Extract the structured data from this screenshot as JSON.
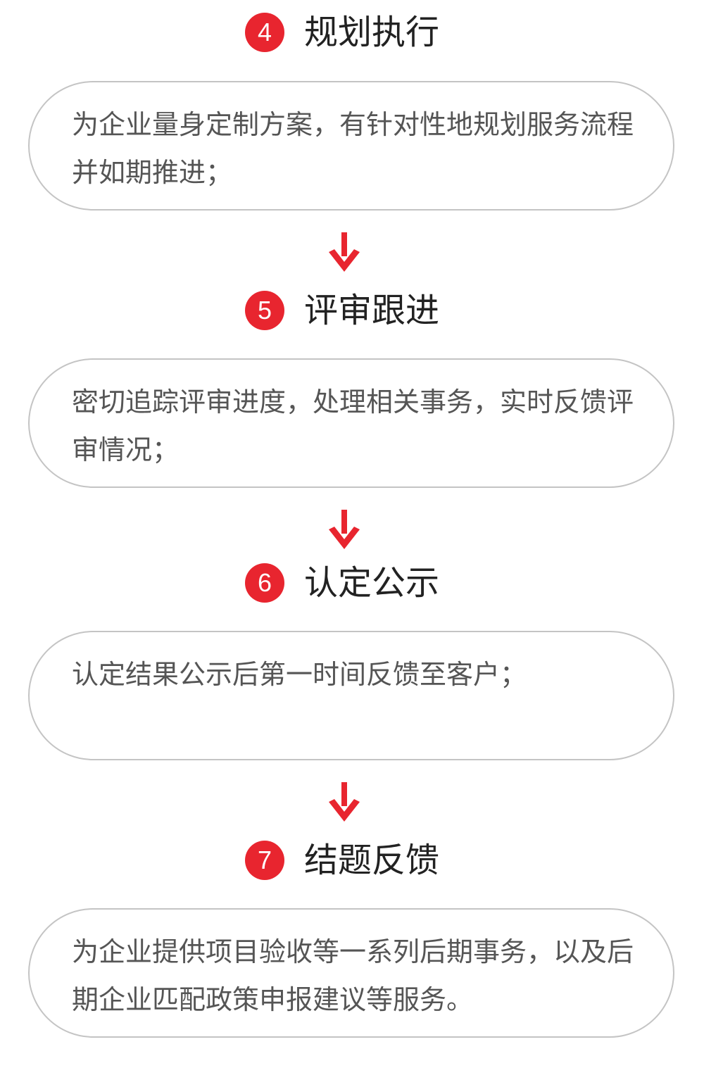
{
  "colors": {
    "accent": "#e8252f",
    "border": "#c4c4c4",
    "title": "#222222",
    "text": "#555555"
  },
  "steps": [
    {
      "number": "4",
      "title": "规划执行",
      "description": "为企业量身定制方案，有针对性地规划服务流程并如期推进；"
    },
    {
      "number": "5",
      "title": "评审跟进",
      "description": "密切追踪评审进度，处理相关事务，实时反馈评审情况；"
    },
    {
      "number": "6",
      "title": "认定公示",
      "description": "认定结果公示后第一时间反馈至客户；"
    },
    {
      "number": "7",
      "title": "结题反馈",
      "description": "为企业提供项目验收等一系列后期事务，以及后期企业匹配政策申报建议等服务。"
    }
  ],
  "icons": {
    "connector": "down-arrow-icon"
  }
}
